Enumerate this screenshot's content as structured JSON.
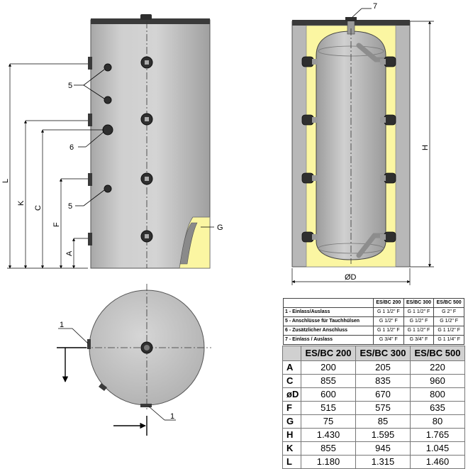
{
  "labels": {
    "n5a": "5",
    "n6": "6",
    "n5b": "5",
    "L": "L",
    "K": "K",
    "C": "C",
    "F": "F",
    "A": "A",
    "G": "G",
    "n7": "7",
    "H": "H",
    "D": "ØD",
    "n1a": "1",
    "n1b": "1"
  },
  "connections": {
    "headers": [
      "",
      "ES/BC 200",
      "ES/BC 300",
      "ES/BC 500"
    ],
    "rows": [
      [
        "1 - Einlass/Auslass",
        "G 1 1/2\" F",
        "G 1 1/2\" F",
        "G 2\" F"
      ],
      [
        "5 - Anschlüsse für Tauchhülsen",
        "G 1/2\" F",
        "G 1/2\" F",
        "G 1/2\" F"
      ],
      [
        "6 - Zusätzlicher Anschluss",
        "G 1 1/2\" F",
        "G 1 1/2\" F",
        "G 1 1/2\" F"
      ],
      [
        "7 - Einlass / Auslass",
        "G 3/4\" F",
        "G 3/4\" F",
        "G 1 1/4\" F"
      ]
    ]
  },
  "dimensions": {
    "headers": [
      "",
      "ES/BC 200",
      "ES/BC 300",
      "ES/BC 500"
    ],
    "rows": [
      [
        "A",
        "200",
        "205",
        "220"
      ],
      [
        "C",
        "855",
        "835",
        "960"
      ],
      [
        "øD",
        "600",
        "670",
        "800"
      ],
      [
        "F",
        "515",
        "575",
        "635"
      ],
      [
        "G",
        "75",
        "85",
        "80"
      ],
      [
        "H",
        "1.430",
        "1.595",
        "1.765"
      ],
      [
        "K",
        "855",
        "945",
        "1.045"
      ],
      [
        "L",
        "1.180",
        "1.315",
        "1.460"
      ]
    ]
  },
  "colors": {
    "tank_gray": "#bfbfbf",
    "insulation": "#fbf6a2",
    "table_header": "#d0d0d0",
    "fitting": "#333333"
  }
}
